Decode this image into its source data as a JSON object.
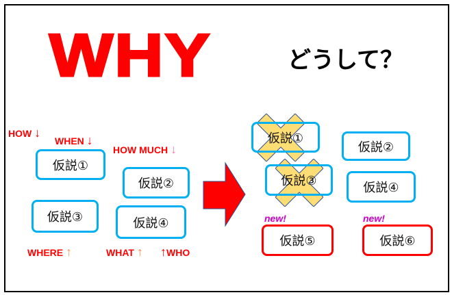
{
  "title": "WHY",
  "subtitle": "どうして？",
  "left_boxes": [
    "仮説①",
    "仮説②",
    "仮説③",
    "仮説④"
  ],
  "right_boxes": [
    "仮説①",
    "仮説②",
    "仮説③",
    "仮説④",
    "仮説⑤",
    "仮説⑥"
  ],
  "labels": {
    "how": "HOW",
    "when": "WHEN",
    "how_much": "HOW MUCH",
    "where": "WHERE",
    "what": "WHAT",
    "who": "WHO",
    "down": "↓",
    "up": "↑"
  },
  "new_badge": "new!",
  "colors": {
    "accent": "#ff0000",
    "box_border": "#00b0f0",
    "new_border": "#ff0000",
    "cross": "#ffd966",
    "new_text": "#cc00cc"
  }
}
